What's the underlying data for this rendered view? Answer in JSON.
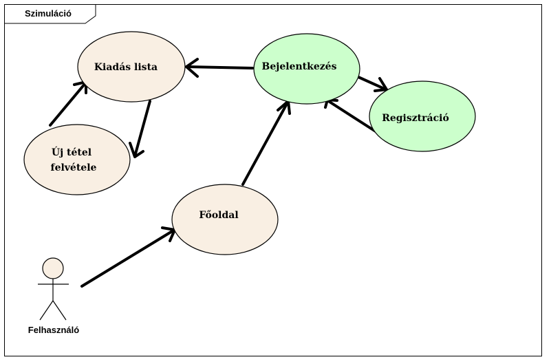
{
  "frame": {
    "title": "Szimuláció"
  },
  "actor": {
    "label": "Felhasználó"
  },
  "colors": {
    "use_case_fill": "#f9efe3",
    "highlight_fill": "#ccffcc",
    "stroke": "#000000"
  },
  "nodes": {
    "kiadas_lista": {
      "label": "Kiadás lista"
    },
    "uj_tetel": {
      "line1": "Új tétel",
      "line2": "felvétele"
    },
    "bejelentkezes": {
      "label": "Bejelentkezés"
    },
    "regisztracio": {
      "label": "Regisztráció"
    },
    "fooldal": {
      "label": "Főoldal"
    }
  },
  "edges": [
    {
      "from": "Felhasználó",
      "to": "Főoldal"
    },
    {
      "from": "Főoldal",
      "to": "Bejelentkezés"
    },
    {
      "from": "Bejelentkezés",
      "to": "Kiadás lista"
    },
    {
      "from": "Bejelentkezés",
      "to": "Regisztráció"
    },
    {
      "from": "Regisztráció",
      "to": "Bejelentkezés"
    },
    {
      "from": "Kiadás lista",
      "to": "Új tétel felvétele"
    },
    {
      "from": "Új tétel felvétele",
      "to": "Kiadás lista"
    }
  ]
}
